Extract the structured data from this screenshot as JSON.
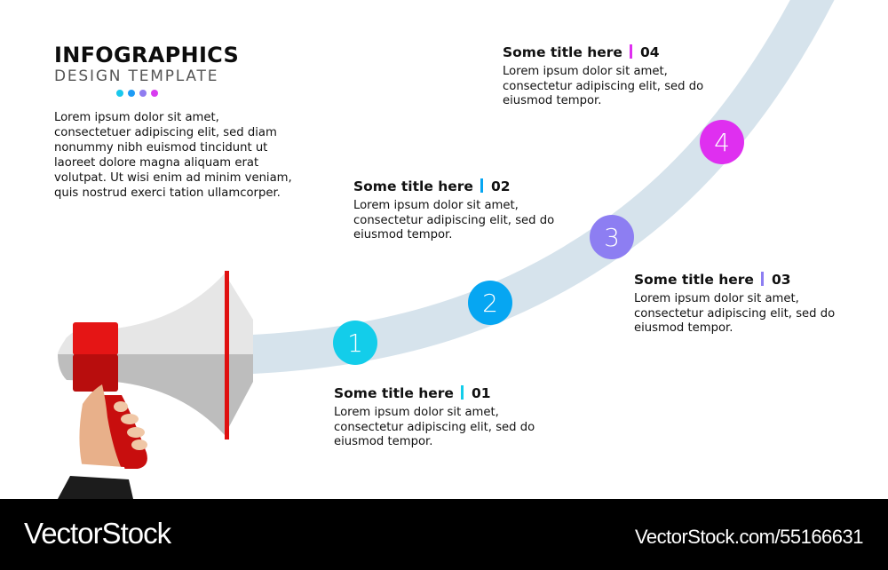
{
  "header": {
    "title": "INFOGRAPHICS",
    "subtitle": "DESIGN TEMPLATE",
    "dot_colors": [
      "#19c8ec",
      "#1e9bf5",
      "#8f7cf0",
      "#d83cf0"
    ]
  },
  "intro_text": "Lorem ipsum dolor sit amet, consectetuer adipiscing elit, sed diam nonummy nibh euismod tincidunt ut laoreet dolore magna aliquam erat volutpat. Ut wisi enim ad minim veniam, quis nostrud exerci tation ullamcorper.",
  "steps": [
    {
      "number": "1",
      "title": "Some title here",
      "index": "01",
      "color": "#13cdea",
      "body": "Lorem ipsum dolor sit amet, consectetur adipiscing elit, sed do eiusmod tempor."
    },
    {
      "number": "2",
      "title": "Some title here",
      "index": "02",
      "color": "#06a6f2",
      "body": "Lorem ipsum dolor sit amet, consectetur adipiscing elit, sed do eiusmod tempor."
    },
    {
      "number": "3",
      "title": "Some title here",
      "index": "03",
      "color": "#8d7ef2",
      "body": "Lorem ipsum dolor sit amet, consectetur adipiscing elit, sed do eiusmod tempor."
    },
    {
      "number": "4",
      "title": "Some title here",
      "index": "04",
      "color": "#df2ff0",
      "body": "Lorem ipsum dolor sit amet, consectetur adipiscing elit, sed do eiusmod tempor."
    }
  ],
  "colors": {
    "path_band": "#d6e3ec",
    "megaphone_red": "#e01010",
    "megaphone_gray_light": "#e6e6e6",
    "megaphone_gray_dark": "#bdbdbd"
  },
  "footer": {
    "brand": "VectorStock",
    "url": "VectorStock.com/55166631"
  }
}
